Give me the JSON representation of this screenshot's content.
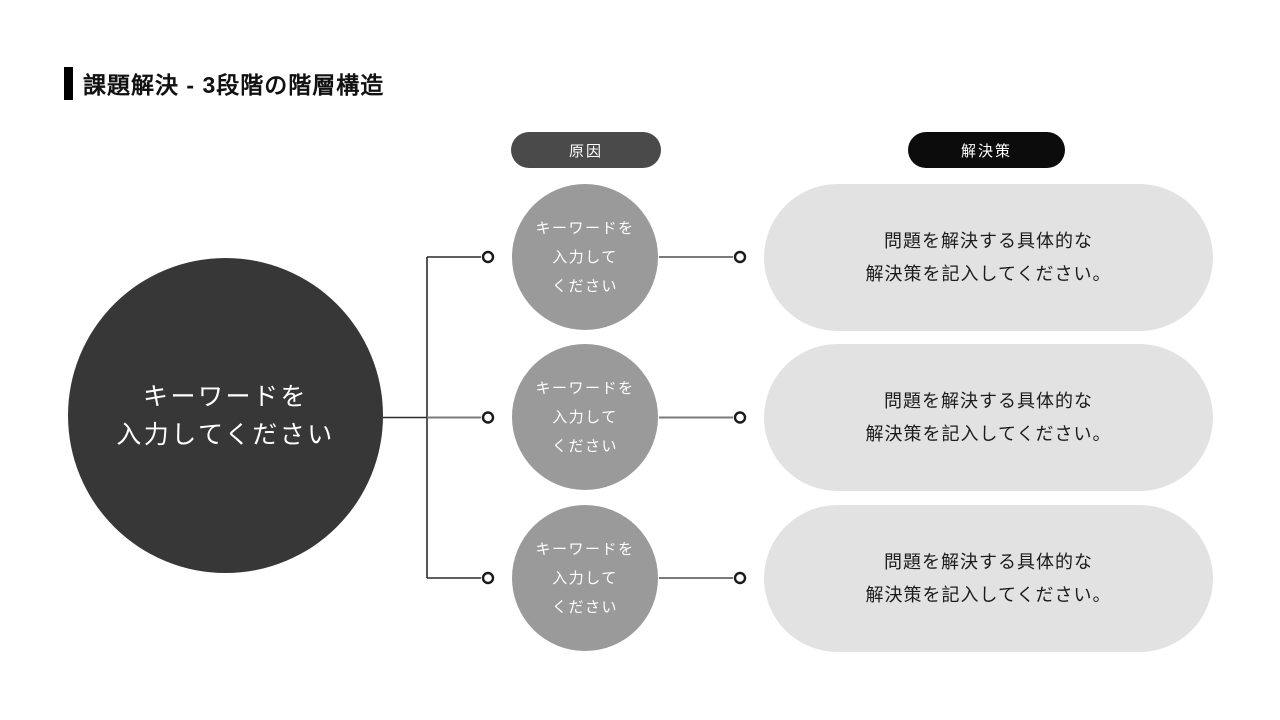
{
  "title": "課題解決 - 3段階の階層構造",
  "columns": {
    "cause": "原因",
    "solution": "解決策"
  },
  "root": {
    "line1": "キーワードを",
    "line2": "入力してください"
  },
  "causes": [
    {
      "line1": "キーワードを",
      "line2": "入力して",
      "line3": "ください"
    },
    {
      "line1": "キーワードを",
      "line2": "入力して",
      "line3": "ください"
    },
    {
      "line1": "キーワードを",
      "line2": "入力して",
      "line3": "ください"
    }
  ],
  "solutions": [
    {
      "line1": "問題を解決する具体的な",
      "line2": "解決策を記入してください。"
    },
    {
      "line1": "問題を解決する具体的な",
      "line2": "解決策を記入してください。"
    },
    {
      "line1": "問題を解決する具体的な",
      "line2": "解決策を記入してください。"
    }
  ],
  "colors": {
    "background": "#ffffff",
    "title_text": "#111111",
    "accent_bar": "#000000",
    "cause_pill_bg": "#4a4a4a",
    "solution_pill_bg": "#0c0c0c",
    "root_circle_bg": "#373737",
    "cause_circle_bg": "#9a9a9a",
    "solution_box_bg": "#e2e2e2",
    "connector_dark": "#2b2b2b",
    "connector_light": "#7a7a7a"
  }
}
